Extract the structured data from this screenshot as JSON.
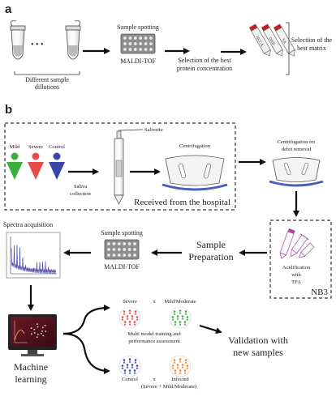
{
  "panel_a": {
    "letter": "a",
    "ellipsis": "• • •",
    "different_sample": "Different sample",
    "dillutions": "dillutions",
    "sample_spotting": "Sample spotting",
    "maldi_tof": "MALDI-TOF",
    "selection_best_line1": "Selection of the best",
    "selection_best_line2": "protein concentration",
    "tube_labels": [
      "HCCA",
      "DHB",
      "SA"
    ],
    "selection_matrix_line1": "Selection of the",
    "selection_matrix_line2": "best matrix"
  },
  "panel_b": {
    "letter": "b",
    "groups": [
      {
        "label": "Mild",
        "color": "#3cae3c"
      },
      {
        "label": "Severe",
        "color": "#e84b4b"
      },
      {
        "label": "Control",
        "color": "#3a45a8"
      }
    ],
    "salivette": "Salivette",
    "saliva_line1": "Saliva",
    "saliva_line2": "collection",
    "centrifugation": "Centrifugation",
    "centrifugation_for": "Centrifugation for",
    "debri_removal": "debri removal",
    "received": "Received from the hospital",
    "acid_line1": "Acidification",
    "acid_line2": "with",
    "acid_line3": "TFA",
    "nb3": "NB3",
    "sample_prep_line1": "Sample",
    "sample_prep_line2": "Preparation",
    "sample_spotting": "Sample spotting",
    "maldi_tof": "MALDI-TOF",
    "spectra_acquisition": "Spectra acquisition",
    "ml_line1": "Machine",
    "ml_line2": "learning",
    "severe": "Severe",
    "x": "x",
    "mild_moderate": "Mild/Moderate",
    "multi_line1": "Multi model training and",
    "multi_line2": "performance assessment",
    "control": "Control",
    "infected": "Infected",
    "infected_sub": "(Severe + Mild/Moderate)",
    "validation_line1": "Validation with",
    "validation_line2": "new samples"
  }
}
